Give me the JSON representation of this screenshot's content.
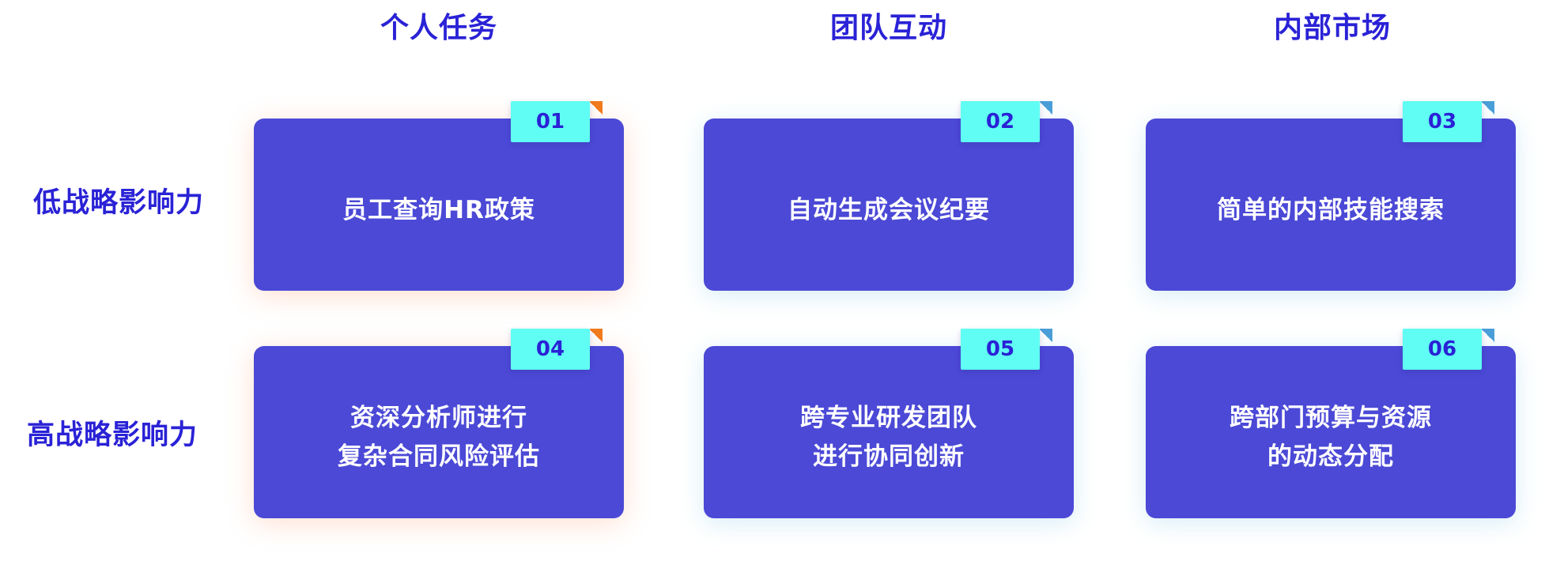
{
  "columns": [
    {
      "label": "个人任务"
    },
    {
      "label": "团队互动"
    },
    {
      "label": "内部市场"
    }
  ],
  "rows": [
    {
      "label": "低战略影响力"
    },
    {
      "label": "高战略影响力"
    }
  ],
  "cards": [
    {
      "number": "01",
      "text": "员工查询HR政策"
    },
    {
      "number": "02",
      "text": "自动生成会议纪要"
    },
    {
      "number": "03",
      "text": "简单的内部技能搜索"
    },
    {
      "number": "04",
      "text": "资深分析师进行\n复杂合同风险评估"
    },
    {
      "number": "05",
      "text": "跨专业研发团队\n进行协同创新"
    },
    {
      "number": "06",
      "text": "跨部门预算与资源\n的动态分配"
    }
  ],
  "colors": {
    "heading": "#2a22d6",
    "card_fill": "#4b49d6",
    "tab_fill": "#5ffdf3",
    "fold_warm": "#f07a1c",
    "fold_cool": "#4a9ed8"
  }
}
